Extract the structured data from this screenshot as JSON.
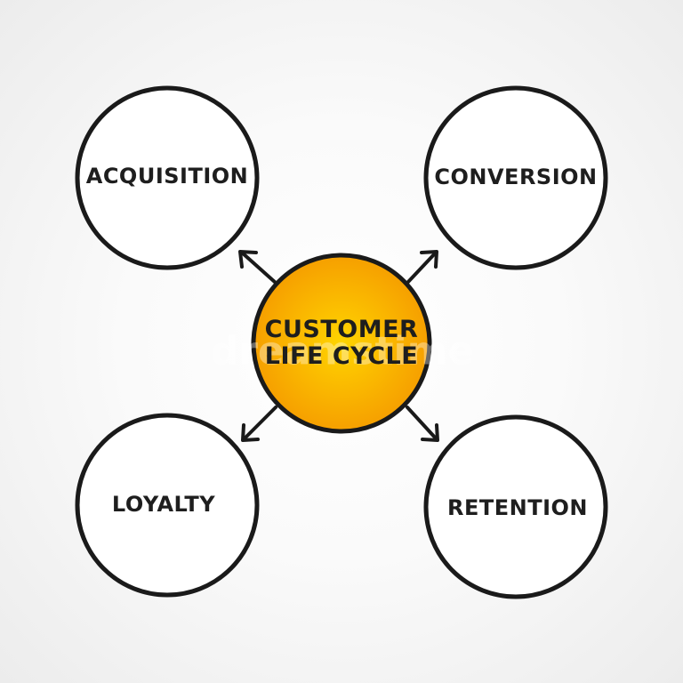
{
  "diagram": {
    "type": "mind-map",
    "center": {
      "label_line1": "CUSTOMER",
      "label_line2": "LIFE CYCLE",
      "fill_color": "#f7a500",
      "highlight_color": "#ffd400"
    },
    "branches": [
      {
        "id": "acquisition",
        "label": "ACQUISITION",
        "position": "top-left"
      },
      {
        "id": "conversion",
        "label": "CONVERSION",
        "position": "top-right"
      },
      {
        "id": "loyalty",
        "label": "LOYALTY",
        "position": "bottom-left"
      },
      {
        "id": "retention",
        "label": "RETENTION",
        "position": "bottom-right"
      }
    ],
    "stroke_color": "#1a1a1a",
    "watermark": "dreamstime"
  }
}
